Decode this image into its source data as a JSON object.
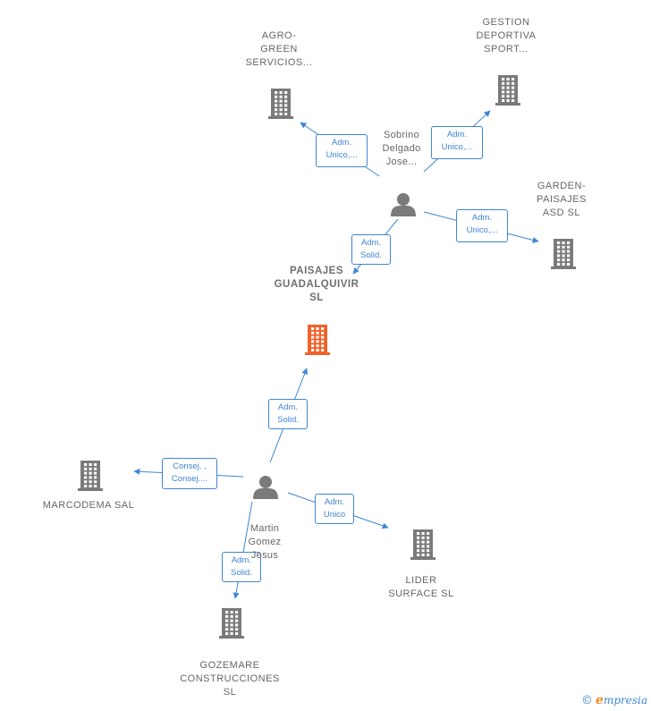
{
  "nodes": [
    {
      "id": "agro",
      "type": "company",
      "label": "AGRO-\nGREEN\nSERVICIOS..."
    },
    {
      "id": "gestion",
      "type": "company",
      "label": "GESTION\nDEPORTIVA\nSPORT..."
    },
    {
      "id": "sobrino",
      "type": "person",
      "label": "Sobrino\nDelgado\nJose..."
    },
    {
      "id": "garden",
      "type": "company",
      "label": "GARDEN-\nPAISAJES\nASD  SL"
    },
    {
      "id": "paisajes",
      "type": "main",
      "label": "PAISAJES\nGUADALQUIVIR\nSL"
    },
    {
      "id": "marcodema",
      "type": "company",
      "label": "MARCODEMA SAL"
    },
    {
      "id": "martin",
      "type": "person",
      "label": "Martin\nGomez\nJesus"
    },
    {
      "id": "lider",
      "type": "company",
      "label": "LIDER\nSURFACE  SL"
    },
    {
      "id": "gozemare",
      "type": "company",
      "label": "GOZEMARE\nCONSTRUCCIONES\nSL"
    }
  ],
  "edges": [
    {
      "from": "sobrino",
      "to": "agro",
      "label": "Adm.\nUnico,..."
    },
    {
      "from": "sobrino",
      "to": "gestion",
      "label": "Adm.\nUnico,..."
    },
    {
      "from": "sobrino",
      "to": "garden",
      "label": "Adm.\nUnico,..."
    },
    {
      "from": "sobrino",
      "to": "paisajes",
      "label": "Adm.\nSolid."
    },
    {
      "from": "martin",
      "to": "paisajes",
      "label": "Adm.\nSolid."
    },
    {
      "from": "martin",
      "to": "marcodema",
      "label": "Consej. ,\nConsej...."
    },
    {
      "from": "martin",
      "to": "lider",
      "label": "Adm.\nUnico"
    },
    {
      "from": "martin",
      "to": "gozemare",
      "label": "Adm.\nSolid."
    }
  ],
  "colors": {
    "company": "#7a7a7a",
    "main": "#f0622a",
    "person": "#7a7a7a",
    "edge": "#3f85d4",
    "brand": "#f08a1c"
  },
  "footer": {
    "copyright": "©",
    "brand_initial": "e",
    "brand_rest": "mpresia"
  }
}
